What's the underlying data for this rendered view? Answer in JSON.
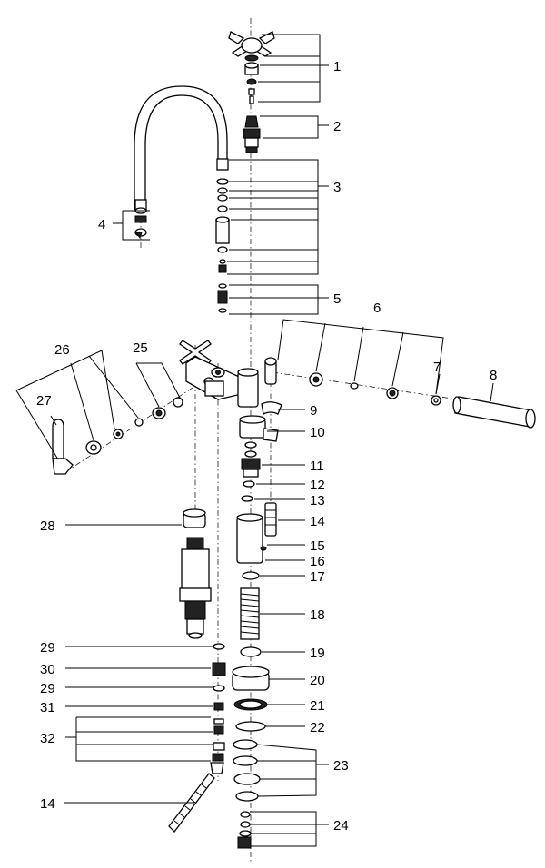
{
  "callouts": [
    {
      "id": "c1",
      "label": "1"
    },
    {
      "id": "c2",
      "label": "2"
    },
    {
      "id": "c3",
      "label": "3"
    },
    {
      "id": "c4",
      "label": "4"
    },
    {
      "id": "c5",
      "label": "5"
    },
    {
      "id": "c6",
      "label": "6"
    },
    {
      "id": "c7",
      "label": "7"
    },
    {
      "id": "c8",
      "label": "8"
    },
    {
      "id": "c9",
      "label": "9"
    },
    {
      "id": "c10",
      "label": "10"
    },
    {
      "id": "c11",
      "label": "11"
    },
    {
      "id": "c12",
      "label": "12"
    },
    {
      "id": "c13",
      "label": "13"
    },
    {
      "id": "c14a",
      "label": "14"
    },
    {
      "id": "c15",
      "label": "15"
    },
    {
      "id": "c16",
      "label": "16"
    },
    {
      "id": "c17",
      "label": "17"
    },
    {
      "id": "c18",
      "label": "18"
    },
    {
      "id": "c19",
      "label": "19"
    },
    {
      "id": "c20",
      "label": "20"
    },
    {
      "id": "c21",
      "label": "21"
    },
    {
      "id": "c22",
      "label": "22"
    },
    {
      "id": "c23",
      "label": "23"
    },
    {
      "id": "c24",
      "label": "24"
    },
    {
      "id": "c25",
      "label": "25"
    },
    {
      "id": "c26",
      "label": "26"
    },
    {
      "id": "c27",
      "label": "27"
    },
    {
      "id": "c28",
      "label": "28"
    },
    {
      "id": "c29a",
      "label": "29"
    },
    {
      "id": "c30",
      "label": "30"
    },
    {
      "id": "c29b",
      "label": "29"
    },
    {
      "id": "c31",
      "label": "31"
    },
    {
      "id": "c32",
      "label": "32"
    },
    {
      "id": "c14b",
      "label": "14"
    }
  ]
}
